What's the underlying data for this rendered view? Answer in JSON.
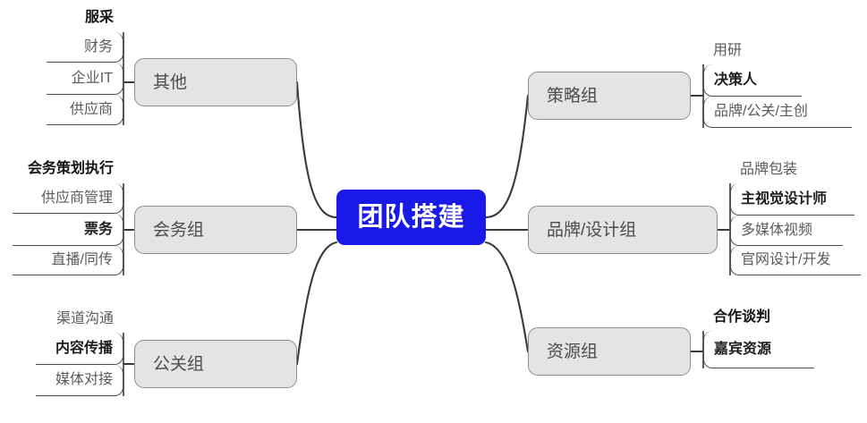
{
  "diagram": {
    "type": "mindmap",
    "title": "团队搭建",
    "root": {
      "label": "团队搭建",
      "color": "#1a1ae8",
      "text_color": "#ffffff"
    },
    "node_color": "#e4e4e4",
    "node_border_color": "#8d8d8d",
    "line_color": "#3a3a3a",
    "branches": [
      {
        "id": "other",
        "label": "其他",
        "side": "left",
        "order": 1,
        "leaves": [
          {
            "label": "服采",
            "bold": true,
            "style": "caption"
          },
          {
            "label": "财务",
            "bold": false,
            "style": "boxed"
          },
          {
            "label": "企业IT",
            "bold": false,
            "style": "boxed"
          },
          {
            "label": "供应商",
            "bold": false,
            "style": "boxed"
          }
        ]
      },
      {
        "id": "conference",
        "label": "会务组",
        "side": "left",
        "order": 2,
        "leaves": [
          {
            "label": "会务策划执行",
            "bold": true,
            "style": "caption"
          },
          {
            "label": "供应商管理",
            "bold": false,
            "style": "boxed"
          },
          {
            "label": "票务",
            "bold": true,
            "style": "boxed"
          },
          {
            "label": "直播/同传",
            "bold": false,
            "style": "boxed"
          }
        ]
      },
      {
        "id": "pr",
        "label": "公关组",
        "side": "left",
        "order": 3,
        "leaves": [
          {
            "label": "渠道沟通",
            "bold": false,
            "style": "caption"
          },
          {
            "label": "内容传播",
            "bold": true,
            "style": "boxed"
          },
          {
            "label": "媒体对接",
            "bold": false,
            "style": "boxed"
          }
        ]
      },
      {
        "id": "strategy",
        "label": "策略组",
        "side": "right",
        "order": 1,
        "leaves": [
          {
            "label": "用研",
            "bold": false,
            "style": "caption"
          },
          {
            "label": "决策人",
            "bold": true,
            "style": "boxed"
          },
          {
            "label": "品牌/公关/主创",
            "bold": false,
            "style": "boxed"
          }
        ]
      },
      {
        "id": "design",
        "label": "品牌/设计组",
        "side": "right",
        "order": 2,
        "leaves": [
          {
            "label": "品牌包装",
            "bold": false,
            "style": "caption"
          },
          {
            "label": "主视觉设计师",
            "bold": true,
            "style": "boxed"
          },
          {
            "label": "多媒体视频",
            "bold": false,
            "style": "boxed"
          },
          {
            "label": "官网设计/开发",
            "bold": false,
            "style": "boxed"
          }
        ]
      },
      {
        "id": "resource",
        "label": "资源组",
        "side": "right",
        "order": 3,
        "leaves": [
          {
            "label": "合作谈判",
            "bold": true,
            "style": "caption"
          },
          {
            "label": "嘉宾资源",
            "bold": true,
            "style": "boxed"
          }
        ]
      }
    ]
  }
}
